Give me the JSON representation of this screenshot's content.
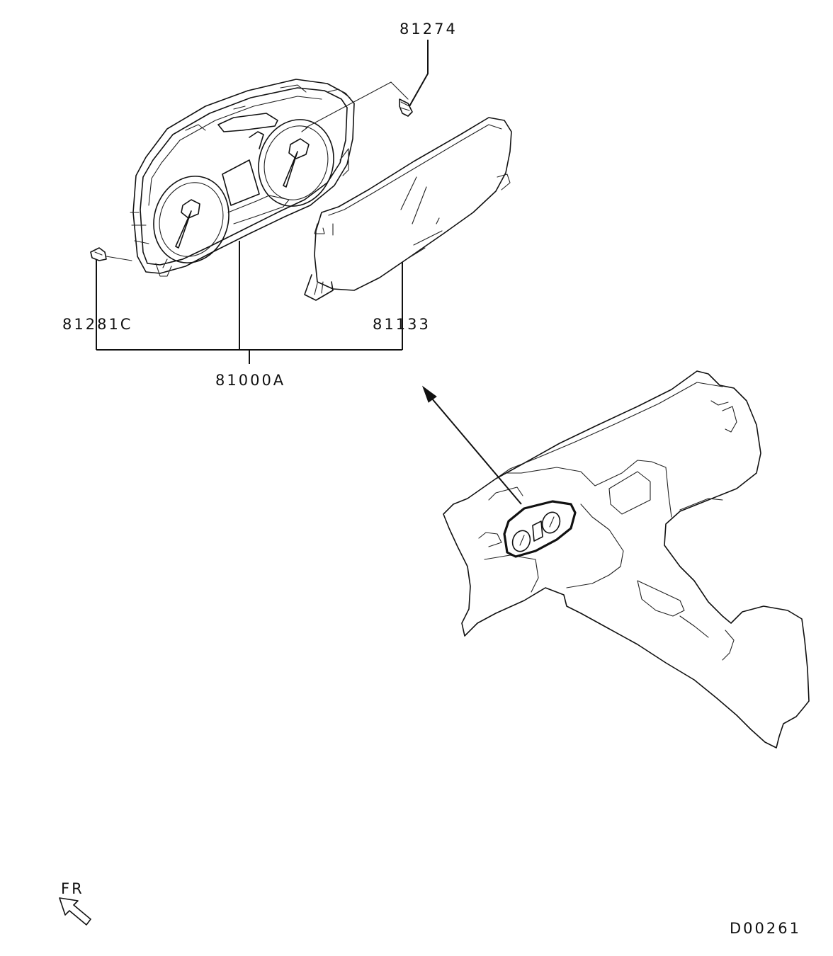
{
  "parts": {
    "p81274": "81274",
    "p81281C": "81281C",
    "p81133": "81133",
    "p81000A": "81000A"
  },
  "orientation": {
    "label": "FR"
  },
  "figure_code": "D00261"
}
